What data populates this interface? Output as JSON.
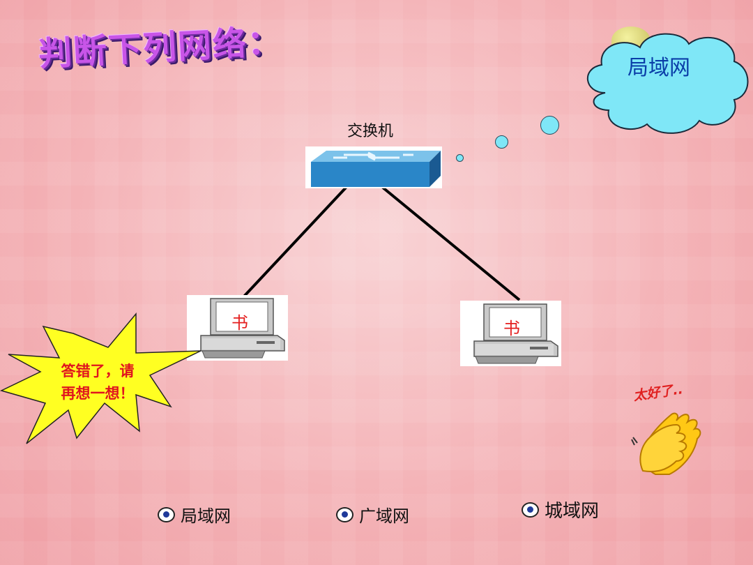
{
  "title": "判断下列网络：",
  "callout": {
    "text": "局域网"
  },
  "network": {
    "switch_label": "交换机",
    "computer_label": "书"
  },
  "feedback": {
    "wrong_line1": "答错了，请",
    "wrong_line2": "再想一想！",
    "correct": "太好了.."
  },
  "options": [
    {
      "label": "局域网"
    },
    {
      "label": "广域网"
    },
    {
      "label": "城域网"
    }
  ],
  "colors": {
    "title": "#c855e8",
    "callout_fill": "#7fe7f7",
    "callout_text": "#0a3ea8",
    "starburst_fill": "#ffff22",
    "feedback_text": "#e0141e"
  }
}
